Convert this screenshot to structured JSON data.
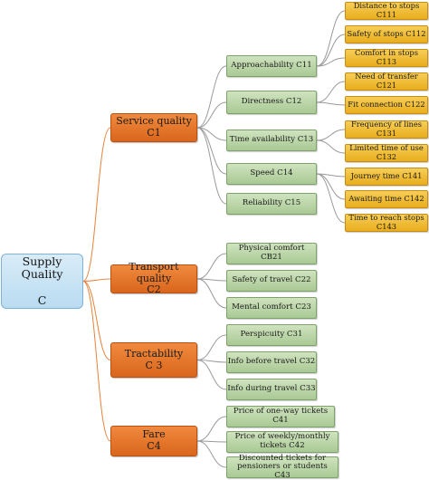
{
  "root": {
    "line1": "Supply Quality",
    "line2": "C"
  },
  "categories": [
    {
      "line1": "Service quality",
      "line2": "C1"
    },
    {
      "line1": "Transport quality",
      "line2": "C2"
    },
    {
      "line1": "Tractability",
      "line2": "C 3"
    },
    {
      "line1": "Fare",
      "line2": "C4"
    }
  ],
  "subcriteria": [
    "Approachability C11",
    "Directness C12",
    "Time availability C13",
    "Speed C14",
    "Reliability C15",
    "Physical comfort CB21",
    "Safety of travel C22",
    "Mental comfort C23",
    "Perspicuity C31",
    "Info before travel C32",
    "Info during travel C33",
    "Price of one-way tickets C41",
    "Price of weekly/monthly tickets C42",
    "Discounted tickets for pensioners or students C43"
  ],
  "leaves": [
    "Distance to stops C111",
    "Safety of stops C112",
    "Comfort in stops C113",
    "Need of transfer C121",
    "Fit connection C122",
    "Frequency of lines C131",
    "Limited time of use C132",
    "Journey time C141",
    "Awaiting time C142",
    "Time to reach stops C143"
  ],
  "colors": {
    "root": "#b9dbf1",
    "category": "#e0702a",
    "subcriterion": "#b6d3a2",
    "leaf": "#f0bd36",
    "root_edges": "#e8813a",
    "other_edges": "#9a9a9a"
  }
}
